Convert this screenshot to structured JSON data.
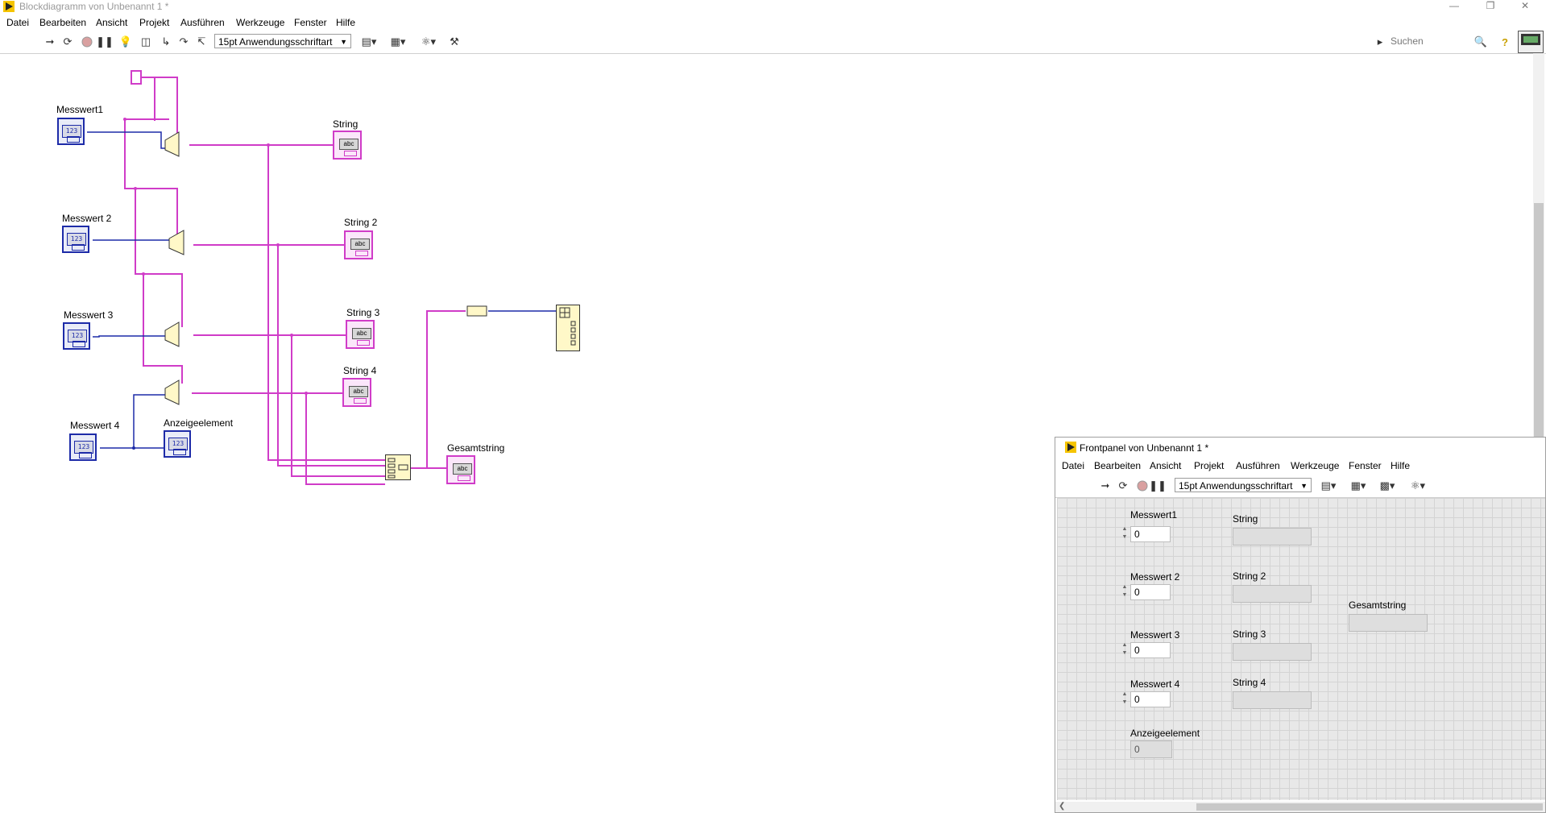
{
  "block_diagram": {
    "title": "Blockdiagramm von Unbenannt 1 *",
    "menu": [
      "Datei",
      "Bearbeiten",
      "Ansicht",
      "Projekt",
      "Ausführen",
      "Werkzeuge",
      "Fenster",
      "Hilfe"
    ],
    "font_select": "15pt Anwendungsschriftart",
    "search_placeholder": "Suchen",
    "nodes": {
      "messwert1": "Messwert1",
      "messwert2": "Messwert 2",
      "messwert3": "Messwert 3",
      "messwert4": "Messwert 4",
      "anzeigeelement": "Anzeigeelement",
      "string1": "String",
      "string2": "String 2",
      "string3": "String 3",
      "string4": "String 4",
      "gesamtstring": "Gesamtstring"
    },
    "num_glyph": "123",
    "str_glyph": "abc",
    "wire_colors": {
      "string": "#d03cc8",
      "numeric": "#1d2ba8"
    }
  },
  "front_panel": {
    "title": "Frontpanel von Unbenannt 1 *",
    "menu": [
      "Datei",
      "Bearbeiten",
      "Ansicht",
      "Projekt",
      "Ausführen",
      "Werkzeuge",
      "Fenster",
      "Hilfe"
    ],
    "font_select": "15pt Anwendungsschriftart",
    "controls": [
      {
        "label": "Messwert1",
        "value": "0"
      },
      {
        "label": "Messwert 2",
        "value": "0"
      },
      {
        "label": "Messwert 3",
        "value": "0"
      },
      {
        "label": "Messwert 4",
        "value": "0"
      }
    ],
    "strings": [
      {
        "label": "String"
      },
      {
        "label": "String 2"
      },
      {
        "label": "String 3"
      },
      {
        "label": "String 4"
      }
    ],
    "gesamtstring_label": "Gesamtstring",
    "anzeigeelement_label": "Anzeigeelement",
    "anzeigeelement_value": "0"
  }
}
